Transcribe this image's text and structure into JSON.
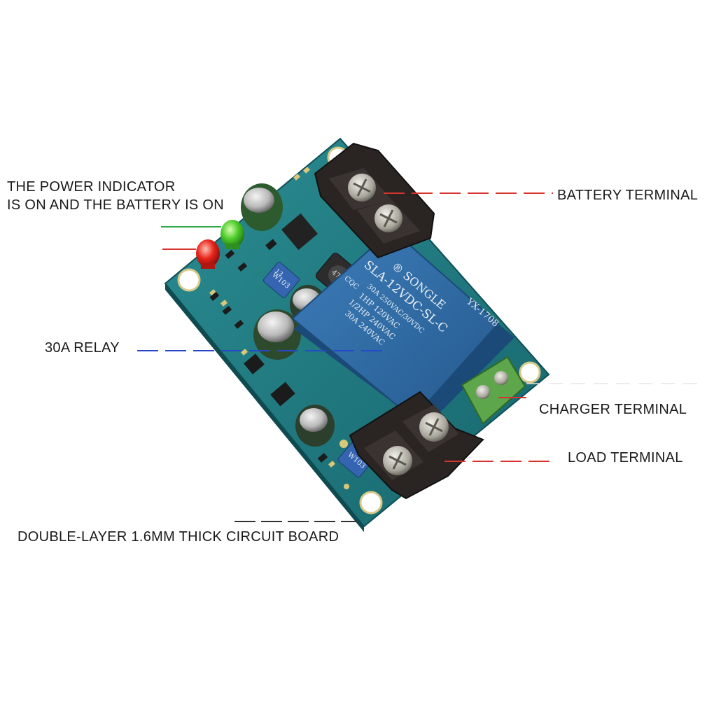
{
  "labels": {
    "power_indicator_line1": "THE POWER INDICATOR",
    "power_indicator_line2": "IS ON AND THE BATTERY IS ON",
    "battery_terminal": "BATTERY TERMINAL",
    "relay": "30A RELAY",
    "charger_terminal": "CHARGER TERMINAL",
    "load_terminal": "LOAD TERMINAL",
    "circuit_board": "DOUBLE-LAYER 1.6MM THICK CIRCUIT BOARD"
  },
  "relay_markings": {
    "brand": "® SONGLE",
    "model": "SLA-12VDC-SL-C",
    "rating_1": "30A 250VAC/30VDC",
    "rating_2": "1HP 120VAC",
    "rating_3": "1/2HP 240VAC",
    "rating_4": "30A 240VAC",
    "cert": "CQC"
  },
  "board_markings": {
    "model": "YX-1708",
    "pot_top": "W103",
    "pot_top_num": "13",
    "pot_bottom": "W103",
    "inductor": "470"
  },
  "colors": {
    "pcb": "#1f7f86",
    "relay": "#2f6ea8",
    "terminal": "#2a2523",
    "charger_terminal": "#5ea64b",
    "line_green": "#2ea84a",
    "line_red": "#d9332e",
    "line_blue": "#2747c9",
    "line_dark": "#333333"
  }
}
